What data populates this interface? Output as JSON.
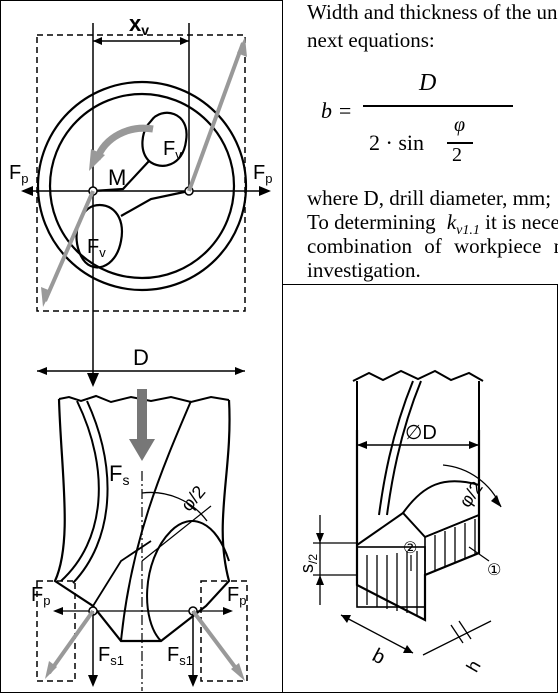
{
  "text": {
    "line1": "Width and thickness of the uncut chip are defined by the",
    "line2": "next equations:",
    "eq_lhs": "b =",
    "eq_num": "D",
    "eq_den_prefix": "2 · sin",
    "eq_den_phi": "φ",
    "eq_den_two": "2",
    "line3": "where D, drill diameter, mm;",
    "line4_pre": "To determining",
    "line4_k": "k",
    "line4_sub": "v1.1",
    "line4_post": " it is necessary to carry out",
    "line5": "combination of workpiece material-tool material",
    "line6": "investigation."
  },
  "figure_left": {
    "labels": {
      "xv": "x",
      "xv_sub": "v",
      "fv_top": "F",
      "fv_top_sub": "v",
      "fv_bottom": "F",
      "fv_bottom_sub": "v",
      "m": "M",
      "fp_left": "F",
      "fp_left_sub": "p",
      "fp_right": "F",
      "fp_right_sub": "p",
      "d": "D",
      "fs": "F",
      "fs_sub": "s",
      "phi2": "φ/2",
      "fp2_left": "F",
      "fp2_left_sub": "p",
      "fp2_right": "F",
      "fp2_right_sub": "p",
      "fs1_left": "F",
      "fs1_left_sub": "s1",
      "fs1_right": "F",
      "fs1_right_sub": "s1"
    }
  },
  "figure_right": {
    "labels": {
      "diameter": "∅D",
      "phi2": "φ/2",
      "s2": "s",
      "s2_sub": "/2",
      "b": "b",
      "h": "h",
      "circle1": "①",
      "circle2": "②"
    }
  }
}
